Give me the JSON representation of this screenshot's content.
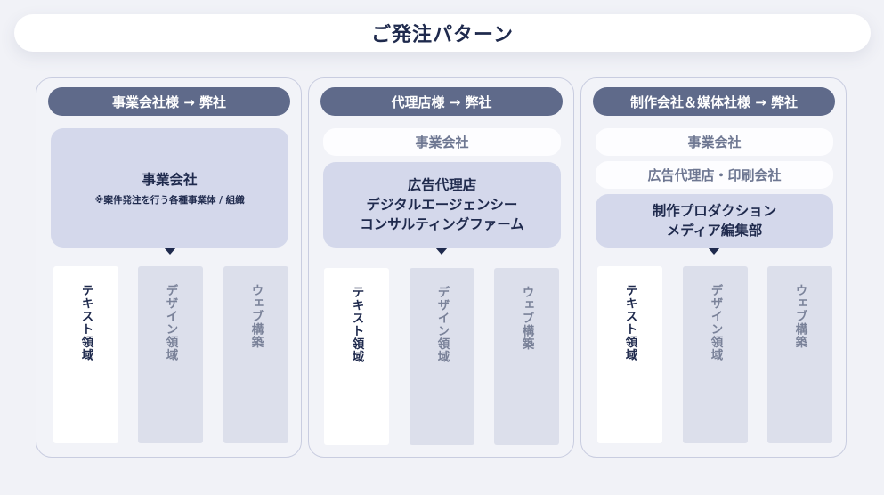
{
  "title": "ご発注パターン",
  "panels": [
    {
      "header": "事業会社様 → 弊社",
      "clients": [],
      "main": {
        "lines": [
          "事業会社"
        ],
        "note": "※案件発注を行う各種事業体 / 組織"
      },
      "columns": [
        {
          "label": "テキスト領域",
          "active": true
        },
        {
          "label": "デザイン領域",
          "active": false
        },
        {
          "label": "ウェブ構築",
          "active": false
        }
      ]
    },
    {
      "header": "代理店様 → 弊社",
      "clients": [
        "事業会社"
      ],
      "main": {
        "lines": [
          "広告代理店",
          "デジタルエージェンシー",
          "コンサルティングファーム"
        ],
        "note": ""
      },
      "columns": [
        {
          "label": "テキスト領域",
          "active": true
        },
        {
          "label": "デザイン領域",
          "active": false
        },
        {
          "label": "ウェブ構築",
          "active": false
        }
      ]
    },
    {
      "header": "制作会社＆媒体社様 → 弊社",
      "clients": [
        "事業会社",
        "広告代理店・印刷会社"
      ],
      "main": {
        "lines": [
          "制作プロダクション",
          "メディア編集部"
        ],
        "note": ""
      },
      "columns": [
        {
          "label": "テキスト領域",
          "active": true
        },
        {
          "label": "デザイン領域",
          "active": false
        },
        {
          "label": "ウェブ構築",
          "active": false
        }
      ]
    }
  ]
}
